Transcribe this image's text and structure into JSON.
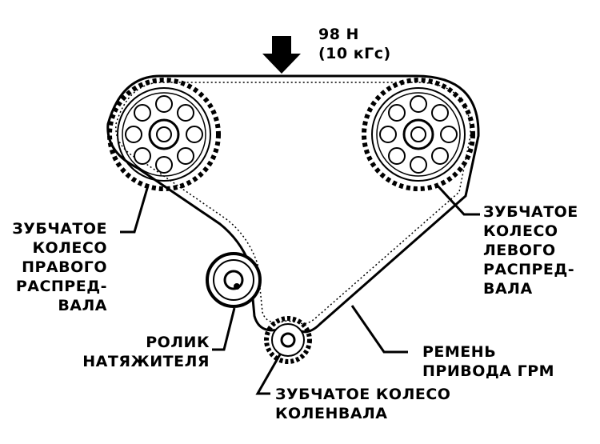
{
  "force_label": {
    "lines": [
      "98 Н",
      "(10 кГс)"
    ]
  },
  "labels": {
    "right_camshaft_gear": [
      "ЗУБЧАТОЕ",
      "КОЛЕСО",
      "ПРАВОГО",
      "РАСПРЕД-",
      "ВАЛА"
    ],
    "left_camshaft_gear": [
      "ЗУБЧАТОЕ",
      "КОЛЕСО",
      "ЛЕВОГО",
      "РАСПРЕД-",
      "ВАЛА"
    ],
    "tensioner_roller": [
      "РОЛИК",
      "НАТЯЖИТЕЛЯ"
    ],
    "timing_belt": [
      "РЕМЕНЬ",
      "ПРИВОДА ГРМ"
    ],
    "crankshaft_gear": [
      "ЗУБЧАТОЕ КОЛЕСО",
      "КОЛЕНВАЛА"
    ]
  },
  "colors": {
    "ink": "#000000",
    "background": "#ffffff"
  }
}
